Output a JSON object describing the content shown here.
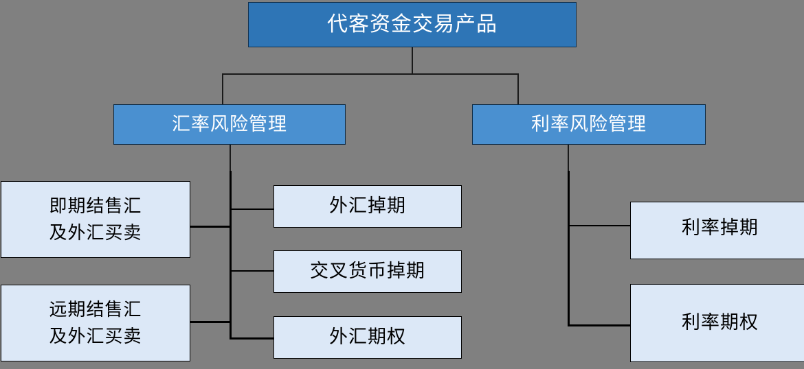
{
  "diagram": {
    "type": "organization-tree",
    "background_color": "#808080",
    "palette": {
      "root_fill": "#2E75B6",
      "level2_fill": "#4A90D0",
      "leaf_fill": "#DCE8F7",
      "line_color": "#000000",
      "root_text": "#FFFFFF",
      "level2_text": "#FFFFFF",
      "leaf_text": "#000000"
    },
    "root": {
      "label": "代客资金交易产品"
    },
    "branches": [
      {
        "label": "汇率风险管理",
        "children": [
          {
            "label": "即期结售汇\n及外汇买卖",
            "column": "left"
          },
          {
            "label": "远期结售汇\n及外汇买卖",
            "column": "left"
          },
          {
            "label": "外汇掉期",
            "column": "middle"
          },
          {
            "label": "交叉货币掉期",
            "column": "middle"
          },
          {
            "label": "外汇期权",
            "column": "middle"
          }
        ]
      },
      {
        "label": "利率风险管理",
        "children": [
          {
            "label": "利率掉期",
            "column": "right"
          },
          {
            "label": "利率期权",
            "column": "right"
          }
        ]
      }
    ]
  }
}
